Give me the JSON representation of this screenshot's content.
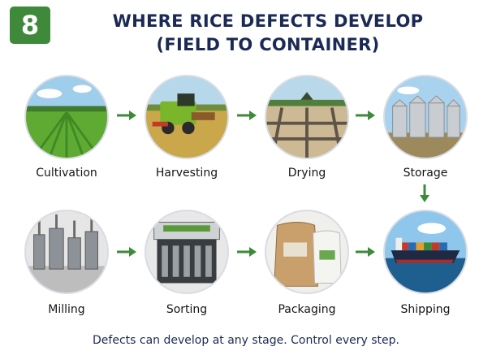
{
  "badge": "8",
  "title_line1": "WHERE RICE DEFECTS DEVELOP",
  "title_line2": "(FIELD TO CONTAINER)",
  "stages": [
    {
      "label": "Cultivation",
      "icon": "rice-field-icon"
    },
    {
      "label": "Harvesting",
      "icon": "combine-harvester-icon"
    },
    {
      "label": "Drying",
      "icon": "drying-yard-icon"
    },
    {
      "label": "Storage",
      "icon": "grain-silos-icon"
    },
    {
      "label": "Milling",
      "icon": "milling-machine-icon"
    },
    {
      "label": "Sorting",
      "icon": "sorting-machine-icon"
    },
    {
      "label": "Packaging",
      "icon": "rice-bags-icon"
    },
    {
      "label": "Shipping",
      "icon": "container-ship-icon"
    }
  ],
  "footer": "Defects can develop at any stage. Control every step.",
  "colors": {
    "accent_green": "#3e8a3a",
    "title_navy": "#1b2a55"
  }
}
